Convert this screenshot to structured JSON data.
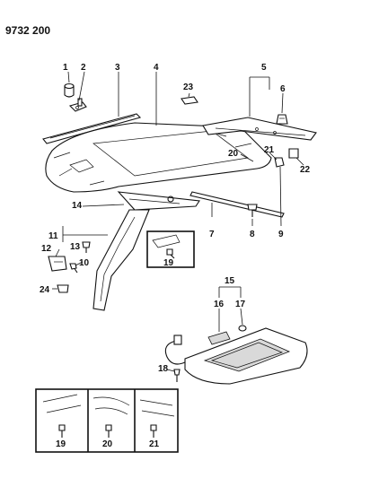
{
  "diagram_code": "9732 200",
  "refs": {
    "r1": "1",
    "r2": "2",
    "r3": "3",
    "r4": "4",
    "r5": "5",
    "r6": "6",
    "r7": "7",
    "r8": "8",
    "r9": "9",
    "r10": "10",
    "r11": "11",
    "r12": "12",
    "r13": "13",
    "r14": "14",
    "r15": "15",
    "r16": "16",
    "r17": "17",
    "r18": "18",
    "r19": "19",
    "r20": "20",
    "r21": "21",
    "r22": "22",
    "r23": "23",
    "r24": "24"
  },
  "insets": {
    "pillar_inset_label": "19",
    "detail_a_label": "19",
    "detail_b_label": "20",
    "detail_c_label": "21"
  }
}
